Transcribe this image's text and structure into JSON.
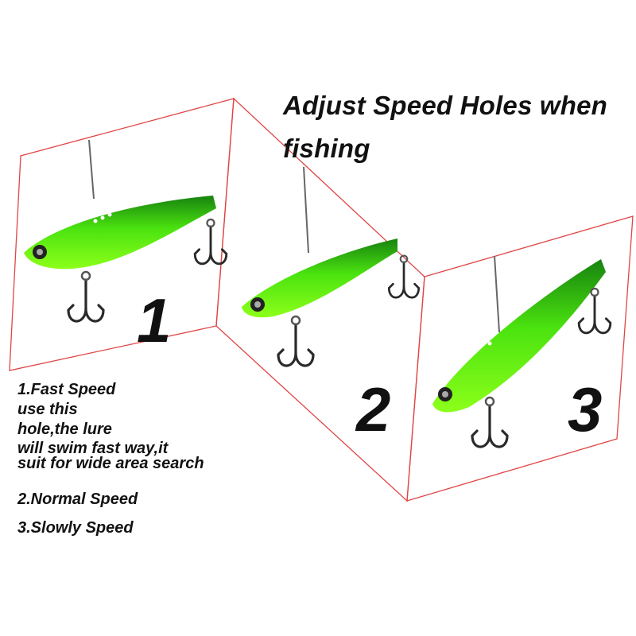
{
  "title": {
    "line1": "Adjust Speed Holes when",
    "line2": "fishing"
  },
  "panels": [
    {
      "number": "1"
    },
    {
      "number": "2"
    },
    {
      "number": "3"
    }
  ],
  "descriptions": {
    "fast_lines": [
      "1.Fast Speed",
      "use this",
      "hole,the lure",
      "will swim fast way,it",
      "suit for wide area search"
    ],
    "normal": "2.Normal Speed",
    "slow": "3.Slowly Speed"
  },
  "colors": {
    "frame_line": "#e04545",
    "lure_green": "#3ee000",
    "lure_back": "#1f9a1f",
    "hook": "#2a2a2a"
  }
}
